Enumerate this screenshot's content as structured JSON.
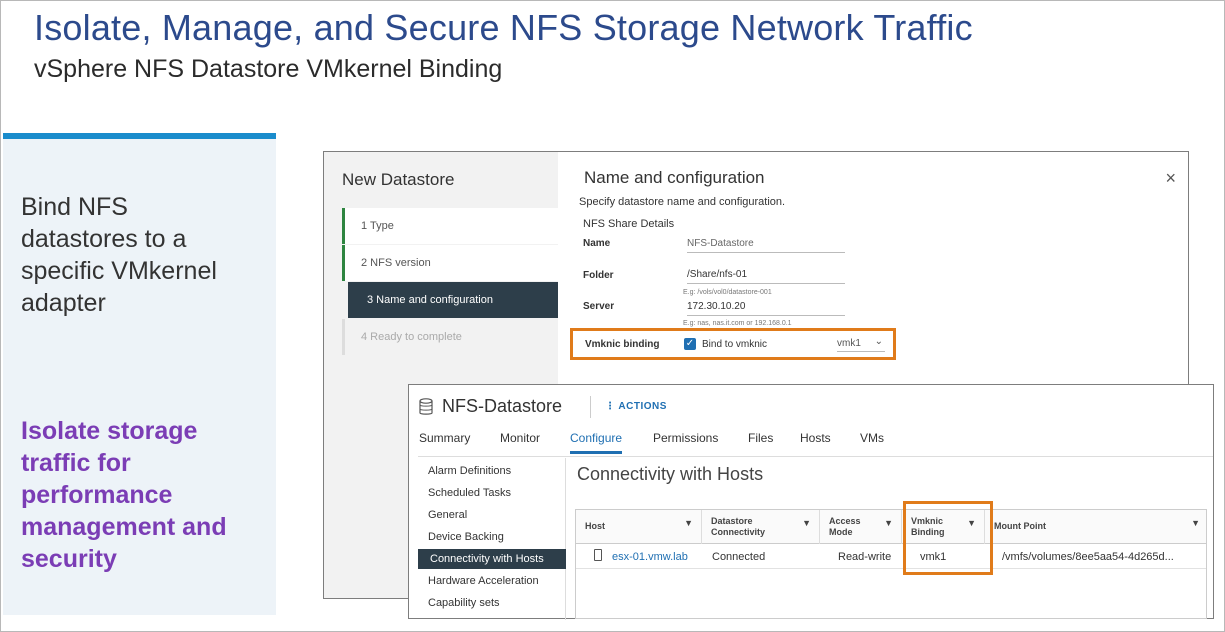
{
  "slide": {
    "title": "Isolate, Manage, and Secure NFS Storage Network Traffic",
    "subtitle": "vSphere NFS Datastore VMkernel Binding",
    "left_text": "Bind NFS datastores to a specific VMkernel adapter",
    "left_highlight": "Isolate storage traffic for performance management and security"
  },
  "wizard": {
    "title": "New Datastore",
    "steps": [
      "1  Type",
      "2  NFS version",
      "3  Name and configuration",
      "4  Ready to complete"
    ],
    "heading": "Name and configuration",
    "close": "×",
    "description": "Specify datastore name and configuration.",
    "section": "NFS Share Details",
    "name_label": "Name",
    "name_value": "NFS-Datastore",
    "folder_label": "Folder",
    "folder_value": "/Share/nfs-01",
    "folder_hint": "E.g: /vols/vol0/datastore-001",
    "server_label": "Server",
    "server_value": "172.30.10.20",
    "server_hint": "E.g: nas, nas.it.com or 192.168.0.1",
    "vmknic_label": "Vmknic binding",
    "bind_label": "Bind to vmknic",
    "vmknic_value": "vmk1",
    "check": "✓",
    "chevron": "⌄"
  },
  "datastore": {
    "title": "NFS-Datastore",
    "actions": "⋮ ACTIONS",
    "tabs": [
      "Summary",
      "Monitor",
      "Configure",
      "Permissions",
      "Files",
      "Hosts",
      "VMs"
    ],
    "nav": [
      "Alarm Definitions",
      "Scheduled Tasks",
      "General",
      "Device Backing",
      "Connectivity with Hosts",
      "Hardware Acceleration",
      "Capability sets"
    ],
    "section_title": "Connectivity with Hosts",
    "columns": [
      "Host",
      "Datastore Connectivity",
      "Access Mode",
      "Vmknic Binding",
      "Mount Point"
    ],
    "filter_icon": "▼",
    "rows": [
      {
        "host": "esx-01.vmw.lab",
        "connectivity": "Connected",
        "access": "Read-write",
        "vmknic": "vmk1",
        "mount": "/vmfs/volumes/8ee5aa54-4d265d..."
      }
    ]
  }
}
